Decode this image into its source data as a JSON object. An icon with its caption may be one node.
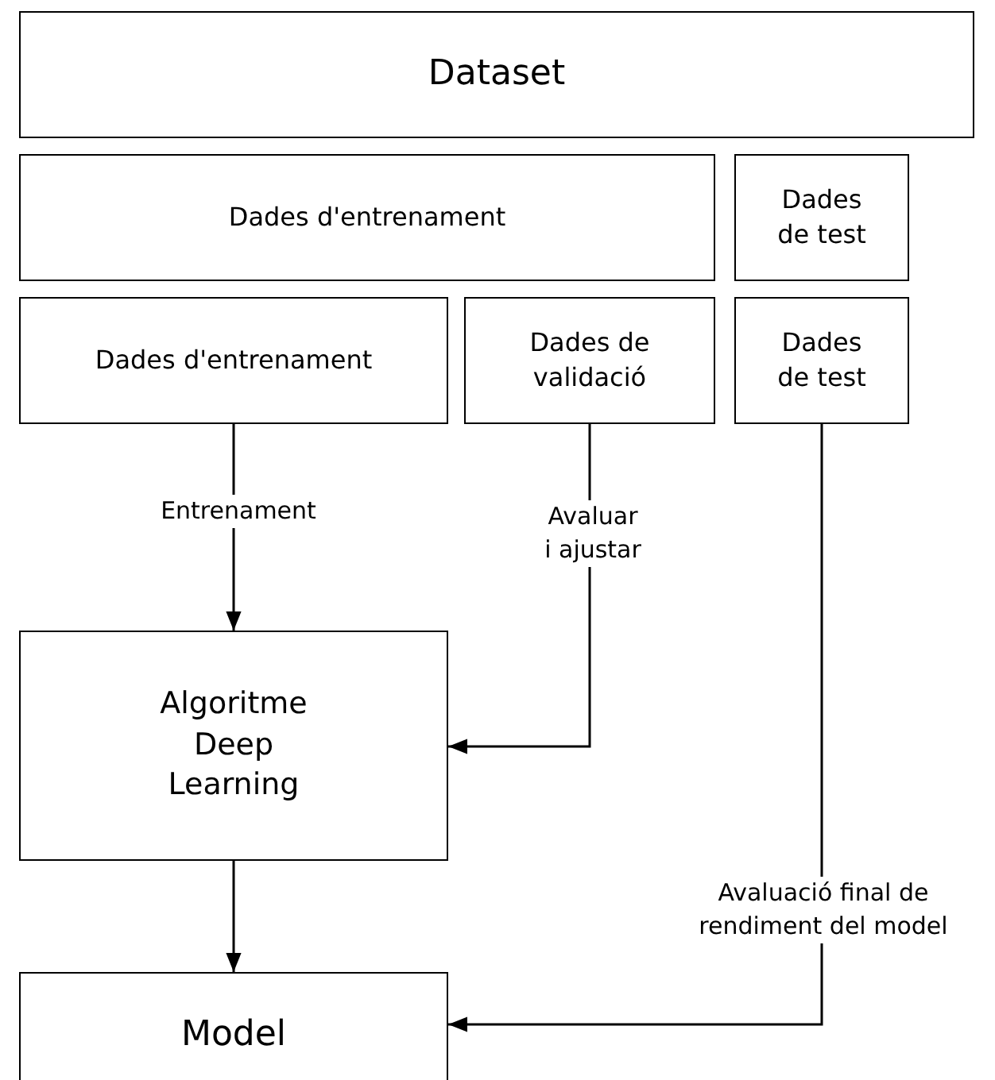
{
  "diagram": {
    "nodes": [
      {
        "text": [
          "Dataset"
        ]
      },
      {
        "text": [
          "Dades d'entrenament"
        ]
      },
      {
        "text": [
          "Dades de test"
        ]
      },
      {
        "text": [
          "Dades d'entrenament"
        ]
      },
      {
        "text": [
          "Dades de validació"
        ]
      },
      {
        "text": [
          "Dades de test"
        ]
      },
      {
        "text": [
          "Algoritme Deep Learning"
        ]
      },
      {
        "text": [
          "Model"
        ]
      }
    ],
    "edges": [
      {
        "from": 3,
        "to": 6,
        "arrow": "to",
        "label": "Entrenament"
      },
      {
        "from": 4,
        "to": 6,
        "arrow": "to",
        "label": "Avaluar i ajustar"
      },
      {
        "from": 6,
        "to": 7,
        "arrow": "to"
      },
      {
        "from": 5,
        "to": 7,
        "arrow": "to",
        "label": "Avaluació final de rendiment del model"
      }
    ]
  }
}
